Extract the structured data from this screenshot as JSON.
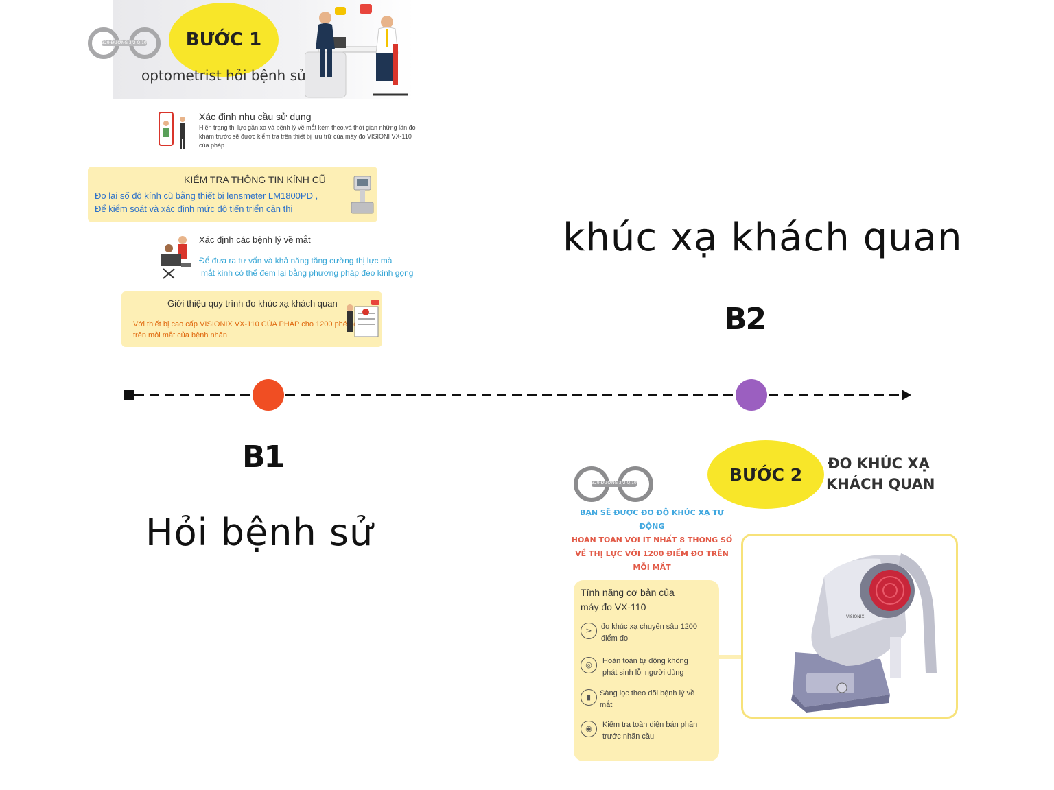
{
  "step1": {
    "logo_text": "329 ĐƯỜNG 3/2 Q.10",
    "badge": "BƯỚC 1",
    "subtitle": "optometrist hỏi bệnh sử",
    "items": [
      {
        "title": "Xác định nhu cầu sử dụng",
        "desc": "Hiện trạng thị lực gần xa và bệnh lý về mắt kèm theo,và thời gian những lần đo khám trước sẽ được kiểm tra trên thiết bị lưu trữ của máy đo VISIONI VX-110 của pháp"
      },
      {
        "title": "KIỂM TRA THÔNG TIN KÍNH CŨ",
        "line1": "Đo lại số độ kính cũ bằng thiết bị lensmeter LM1800PD ,",
        "line2": "Để kiểm soát và xác định mức độ tiến triển cận thị"
      },
      {
        "title": "Xác định các bệnh lý về mắt",
        "line1": "Để đưa ra tư vấn và khả năng tăng cường thị lực mà",
        "line2": "mắt kính có thể đem lại bằng phương pháp đeo kính gọng"
      },
      {
        "title": "Giới thiệu quy trình đo khúc xạ khách quan",
        "line1": "Với thiết bị cao cấp VISIONIX VX-110 CỦA PHÁP cho 1200 phép đo",
        "line2": "trên mỗi mắt của bệnh nhân"
      }
    ]
  },
  "timeline": {
    "b1_label": "B1",
    "b1_title": "Hỏi bệnh sử",
    "b2_label": "B2",
    "b2_title": "khúc xạ khách quan",
    "b1_color": "#f04e23",
    "b2_color": "#9b5fc0"
  },
  "step2": {
    "logo_text": "329 ĐƯỜNG 3/2 Q.10",
    "badge": "BƯỚC 2",
    "heading_line1": "ĐO KHÚC XẠ",
    "heading_line2": "KHÁCH QUAN",
    "blue_line1": "BẠN SẼ ĐƯỢC ĐO ĐỘ KHÚC XẠ TỰ",
    "blue_line2": "ĐỘNG",
    "red_line1": "HOÀN TOÀN VỚI ÍT NHẤT 8 THÔNG SỐ",
    "red_line2": "VỀ THỊ LỰC VỚI 1200 ĐIỂM ĐO TRÊN",
    "red_line3": "MỖI MẮT",
    "features_title_1": "Tính năng cơ bản của",
    "features_title_2": "máy đo VX-110",
    "features": [
      {
        "icon": "gauge-icon",
        "glyph": ">",
        "l1": "đo khúc xạ chuyên sâu 1200",
        "l2": "điểm đo"
      },
      {
        "icon": "fingerprint-icon",
        "glyph": "◎",
        "l1": "Hoàn toàn tự động không",
        "l2": "phát sinh lỗi người dùng"
      },
      {
        "icon": "bar-chart-icon",
        "glyph": "▮",
        "l1": "Sàng lọc theo dõi bệnh lý về",
        "l2": "mắt"
      },
      {
        "icon": "eye-gear-icon",
        "glyph": "◉",
        "l1": "Kiểm tra toàn diện bán phần",
        "l2": "trước nhãn cầu"
      }
    ],
    "machine_brand": "VISIONIX"
  }
}
